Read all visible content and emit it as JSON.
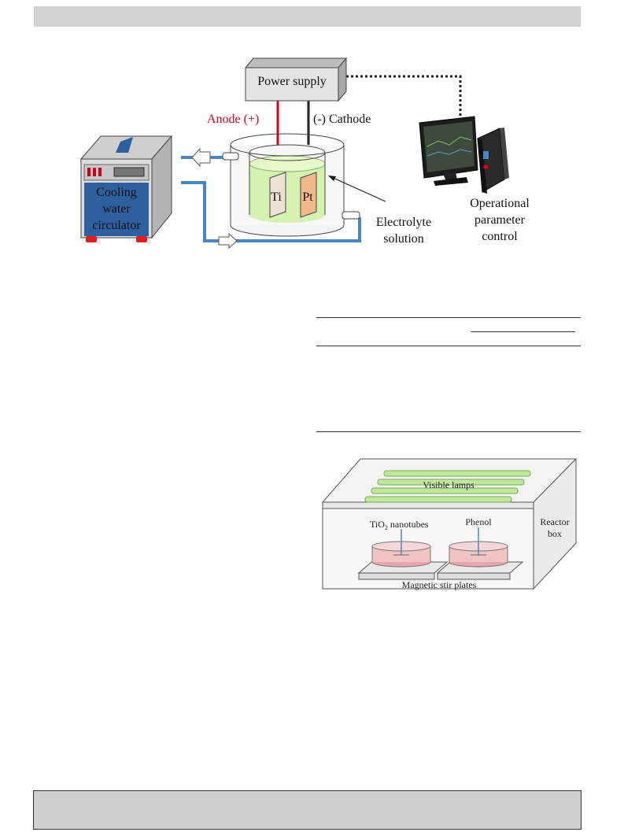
{
  "setup_diagram": {
    "power_supply": "Power supply",
    "anode": "Anode (+)",
    "cathode": "(-) Cathode",
    "electrode_ti": "Ti",
    "electrode_pt": "Pt",
    "cooler_line1": "Cooling",
    "cooler_line2": "water",
    "cooler_line3": "circulator",
    "electrolyte_line1": "Electrolyte",
    "electrolyte_line2": "solution",
    "control_line1": "Operational",
    "control_line2": "parameter",
    "control_line3": "control"
  },
  "reactor_diagram": {
    "lamps": "Visible lamps",
    "tio2": "TiO",
    "tio2_sub": "2",
    "tio2_rest": " nanotubes",
    "phenol": "Phenol",
    "reactor_line1": "Reactor",
    "reactor_line2": "box",
    "stir": "Magnetic stir plates"
  },
  "colors": {
    "anode": "#d0021b",
    "tube": "#4a86c5",
    "cooler_panel": "#2e5f9e",
    "lamp": "#bfe89a",
    "dish": "#e8a6aa"
  }
}
